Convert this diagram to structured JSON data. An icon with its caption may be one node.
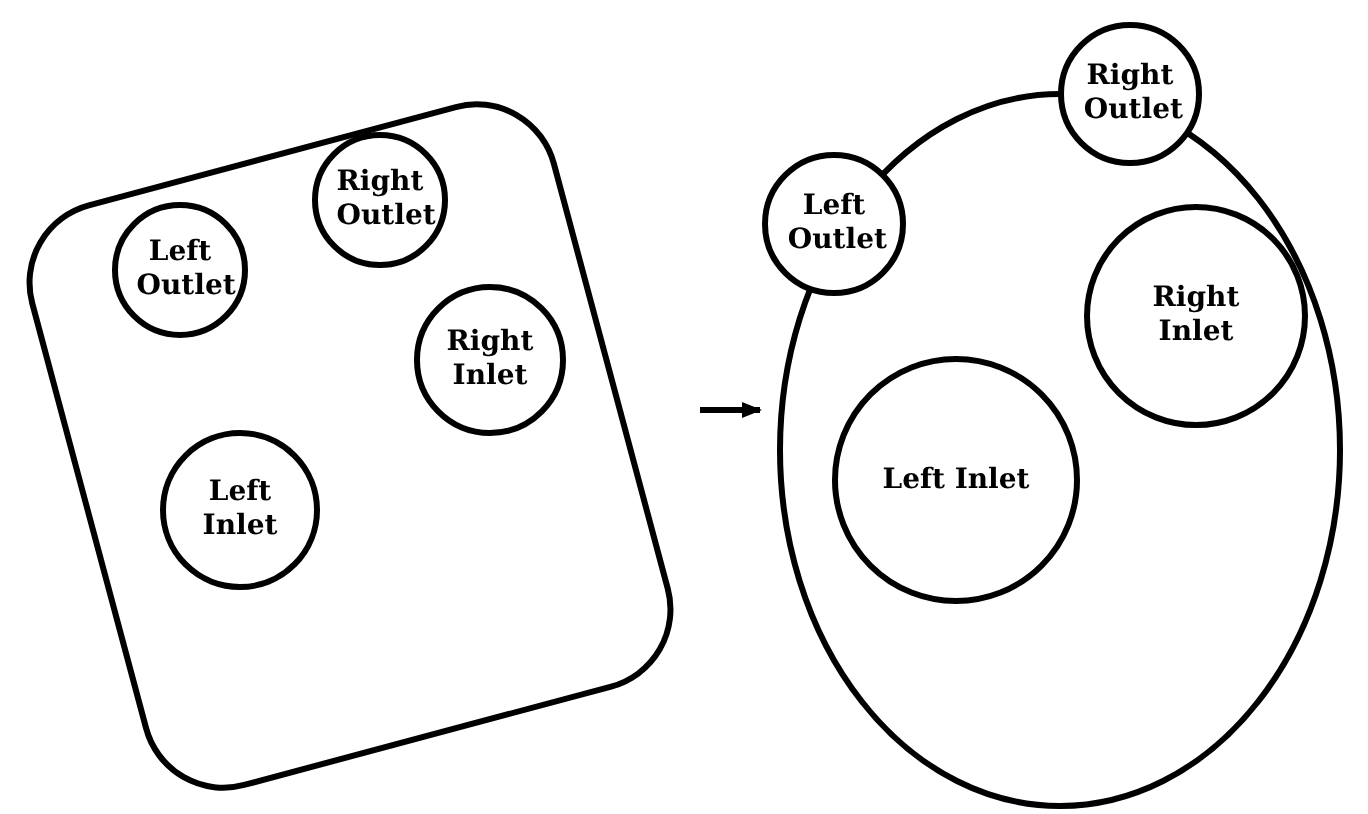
{
  "diagram": {
    "nodes": [
      {
        "text": [],
        "shape": "box"
      },
      {
        "text": [
          "Right Outlet"
        ],
        "in": 0
      },
      {
        "text": [
          "Left Outlet"
        ],
        "in": 0
      },
      {
        "text": [
          "Right Inlet"
        ],
        "in": 0
      },
      {
        "text": [
          "Left Inlet"
        ],
        "in": 0
      },
      {
        "text": [],
        "shape": "oval"
      },
      {
        "text": [
          "Right Outlet"
        ]
      },
      {
        "text": [
          "Left Outlet"
        ]
      },
      {
        "text": [
          "Right Inlet"
        ],
        "in": 5
      },
      {
        "text": [
          "Left Inlet"
        ],
        "in": 5
      }
    ],
    "edges": [
      {
        "from": 0,
        "to": 5,
        "arrow": "to"
      }
    ]
  }
}
